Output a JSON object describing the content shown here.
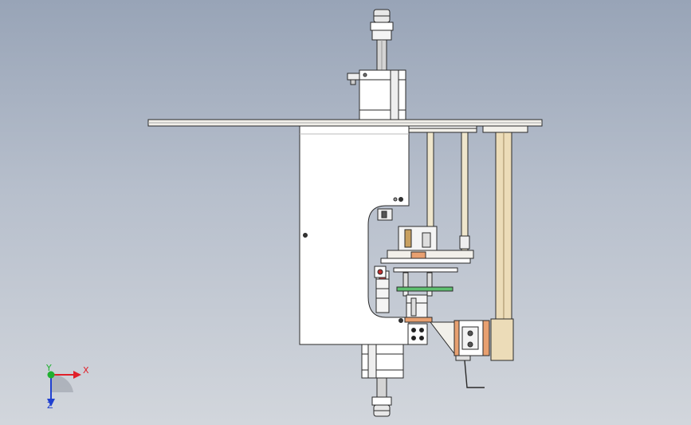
{
  "triad": {
    "x_label": "X",
    "y_label": "Y",
    "z_label": "Z",
    "x_color": "#e0202a",
    "y_color": "#20b030",
    "z_color": "#2040d0"
  },
  "colors": {
    "outline": "#2a2a2a",
    "part_fill": "#ffffff",
    "plate_fill": "#f2f0ea",
    "wood_fill": "#ecdcb8",
    "copper_fill": "#e8a070",
    "green_fill": "#5ec070",
    "grey_fill": "#d8d8d8"
  }
}
